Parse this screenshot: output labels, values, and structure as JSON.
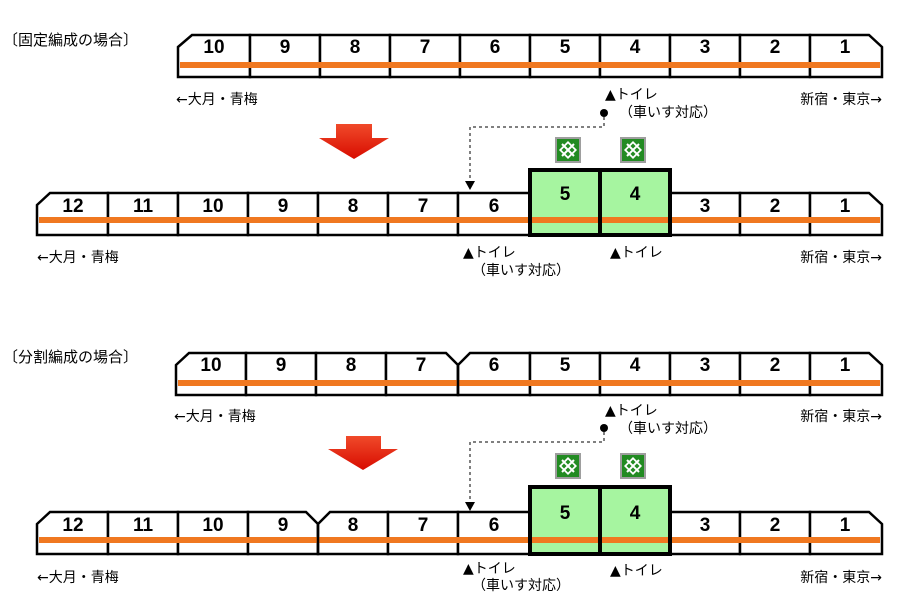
{
  "sections": [
    {
      "title": "〔固定編成の場合〕",
      "before": {
        "cars": [
          "10",
          "9",
          "8",
          "7",
          "6",
          "5",
          "4",
          "3",
          "2",
          "1"
        ],
        "left_dir": "←大月・青梅",
        "right_dir": "新宿・東京→",
        "toilet_line1": "▲トイレ",
        "toilet_line2": "（車いす対応）"
      },
      "after": {
        "cars": [
          "12",
          "11",
          "10",
          "9",
          "8",
          "7",
          "6",
          "5",
          "4",
          "3",
          "2",
          "1"
        ],
        "left_dir": "←大月・青梅",
        "right_dir": "新宿・東京→",
        "toilet_accessible_line1": "▲トイレ",
        "toilet_accessible_line2": "（車いす対応）",
        "toilet_green": "▲トイレ"
      }
    },
    {
      "title": "〔分割編成の場合〕",
      "before": {
        "cars": [
          "10",
          "9",
          "8",
          "7",
          "6",
          "5",
          "4",
          "3",
          "2",
          "1"
        ],
        "left_dir": "←大月・青梅",
        "right_dir": "新宿・東京→",
        "toilet_line1": "▲トイレ",
        "toilet_line2": "（車いす対応）"
      },
      "after": {
        "cars": [
          "12",
          "11",
          "10",
          "9",
          "8",
          "7",
          "6",
          "5",
          "4",
          "3",
          "2",
          "1"
        ],
        "left_dir": "←大月・青梅",
        "right_dir": "新宿・東京→",
        "toilet_accessible_line1": "▲トイレ",
        "toilet_accessible_line2": "（車いす対応）",
        "toilet_green": "▲トイレ"
      }
    }
  ],
  "colors": {
    "stripe": "#f07820",
    "green_car": "#a6f5a0",
    "arrow": "#ee1c0c",
    "green_icon": "#228b22"
  },
  "icons": [
    "down-arrow-icon",
    "green-car-mark-icon"
  ]
}
